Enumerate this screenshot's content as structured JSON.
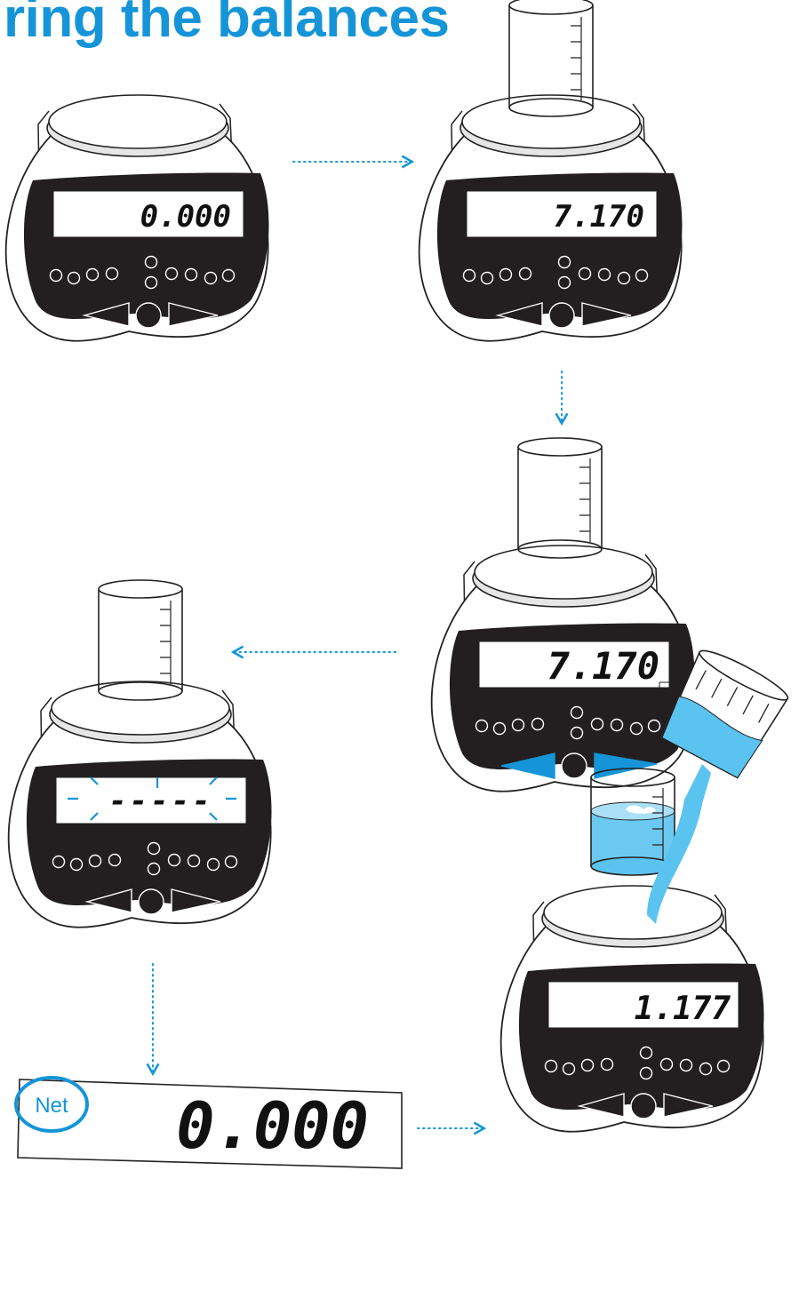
{
  "title": "ring the balances",
  "accent_color": "#1595d8",
  "water_color": "#5bc3ef",
  "arrow_style": "dotted-blue-arrow",
  "steps": [
    {
      "id": "step1",
      "reading": "0.000",
      "state": "empty pan"
    },
    {
      "id": "step2",
      "reading": "7.170",
      "state": "empty beaker on pan"
    },
    {
      "id": "step3",
      "reading": "7.170",
      "state": "tare buttons highlighted"
    },
    {
      "id": "step4",
      "reading": "-----",
      "state": "display flashing while taring"
    },
    {
      "id": "step6",
      "reading": "1.177",
      "state": "liquid poured into beaker"
    }
  ],
  "net_display": {
    "label": "Net",
    "reading": "0.000"
  }
}
